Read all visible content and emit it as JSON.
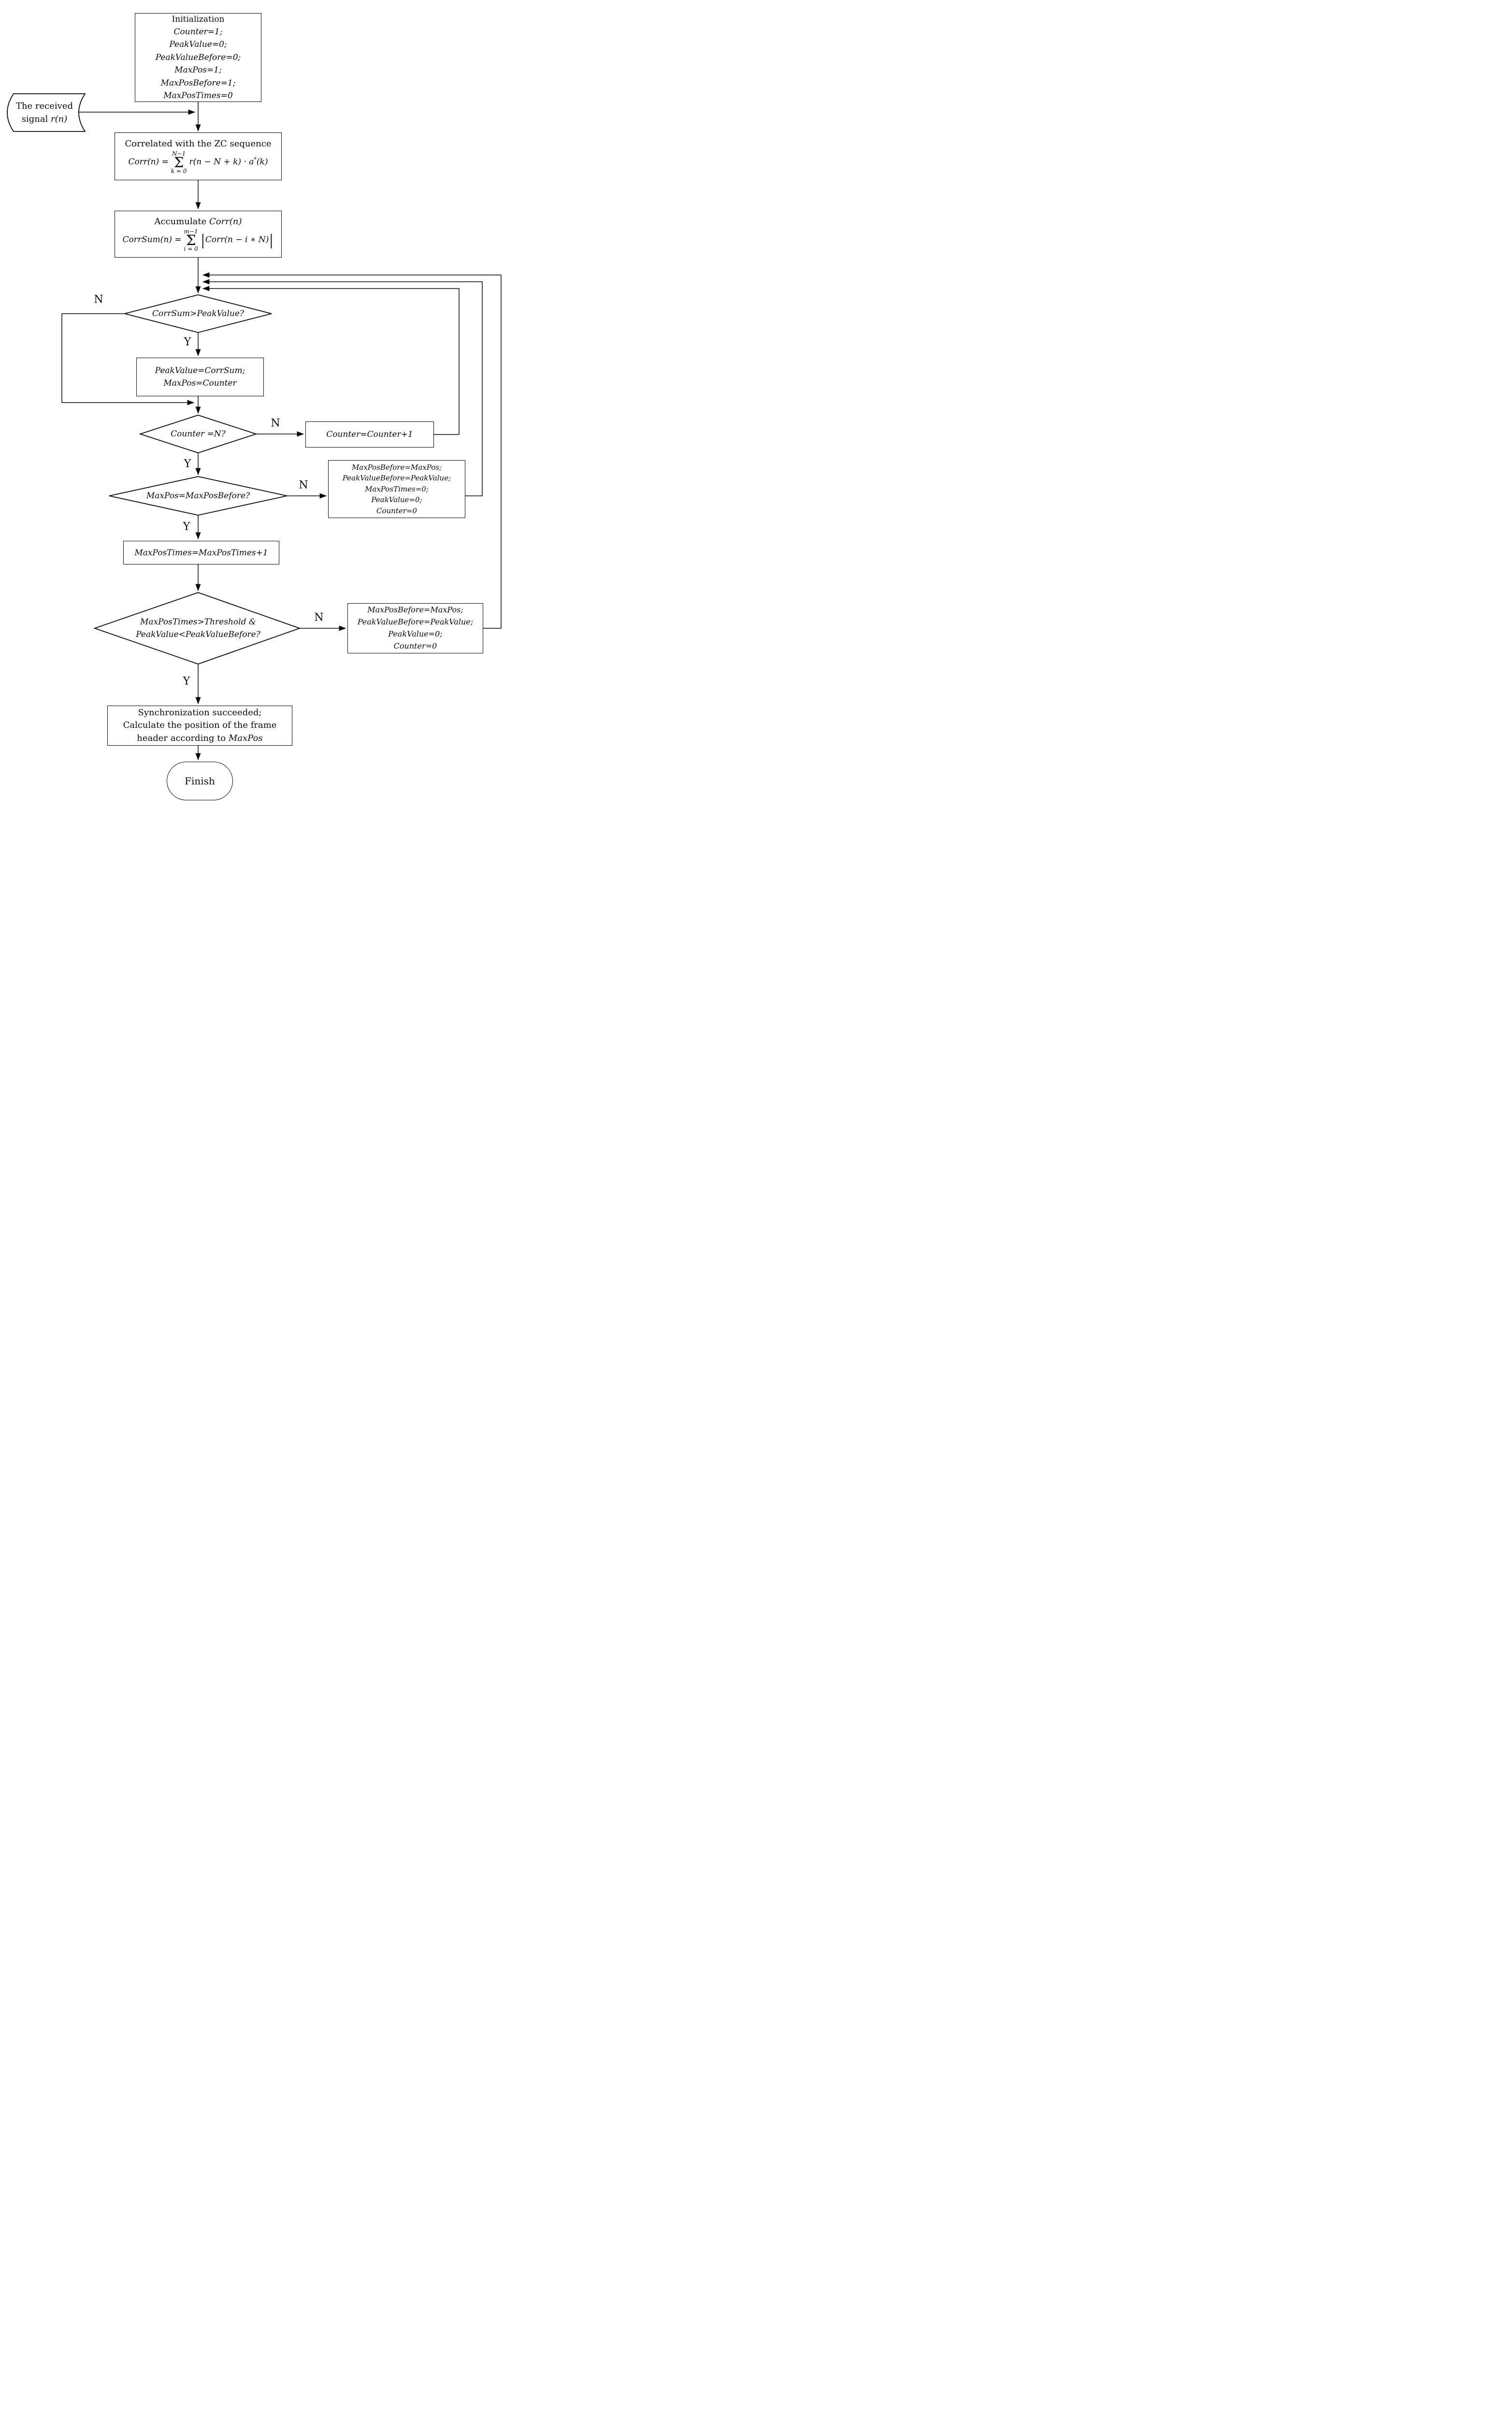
{
  "labels": {
    "yes": "Y",
    "no": "N"
  },
  "nodes": {
    "init": {
      "title": "Initialization",
      "lines": [
        "Counter=1;",
        "PeakValue=0;",
        "PeakValueBefore=0;",
        "MaxPos=1;",
        "MaxPosBefore=1;",
        "MaxPosTimes=0"
      ]
    },
    "input": {
      "line1": "The received",
      "line2_text": "signal ",
      "line2_var": "r(n)"
    },
    "correlate": {
      "title": "Correlated with the ZC sequence",
      "formula": {
        "lhs": "Corr(n) =",
        "sigma": "Σ",
        "upper": "N−1",
        "lower": "k = 0",
        "body": "r(n − N + k) · a",
        "sup": "*",
        "tail": "(k)"
      }
    },
    "accumulate": {
      "title_text": "Accumulate ",
      "title_var": "Corr(n)",
      "formula": {
        "lhs": "CorrSum(n) =",
        "sigma": "Σ",
        "upper": "m−1",
        "lower": "i = 0",
        "bar": "|",
        "body": "Corr(n − i ∗ N)"
      }
    },
    "check_peak": {
      "question": "CorrSum>PeakValue?"
    },
    "update_peak": {
      "lines": [
        "PeakValue=CorrSum;",
        "MaxPos=Counter"
      ]
    },
    "check_counter": {
      "question": "Counter =N?"
    },
    "inc_counter": {
      "text": "Counter=Counter+1"
    },
    "check_maxpos": {
      "question": "MaxPos=MaxPosBefore?"
    },
    "reset_full": {
      "lines": [
        "MaxPosBefore=MaxPos;",
        "PeakValueBefore=PeakValue;",
        "MaxPosTimes=0;",
        "PeakValue=0;",
        "Counter=0"
      ]
    },
    "inc_times": {
      "text": "MaxPosTimes=MaxPosTimes+1"
    },
    "check_threshold": {
      "line1": "MaxPosTimes>Threshold &",
      "line2": "PeakValue<PeakValueBefore?"
    },
    "reset_partial": {
      "lines": [
        "MaxPosBefore=MaxPos;",
        "PeakValueBefore=PeakValue;",
        "PeakValue=0;",
        "Counter=0"
      ]
    },
    "success": {
      "line1": "Synchronization succeeded;",
      "line2": "Calculate the position of the frame",
      "line3_text": "header according to ",
      "line3_var": "MaxPos"
    },
    "finish": {
      "text": "Finish"
    }
  }
}
